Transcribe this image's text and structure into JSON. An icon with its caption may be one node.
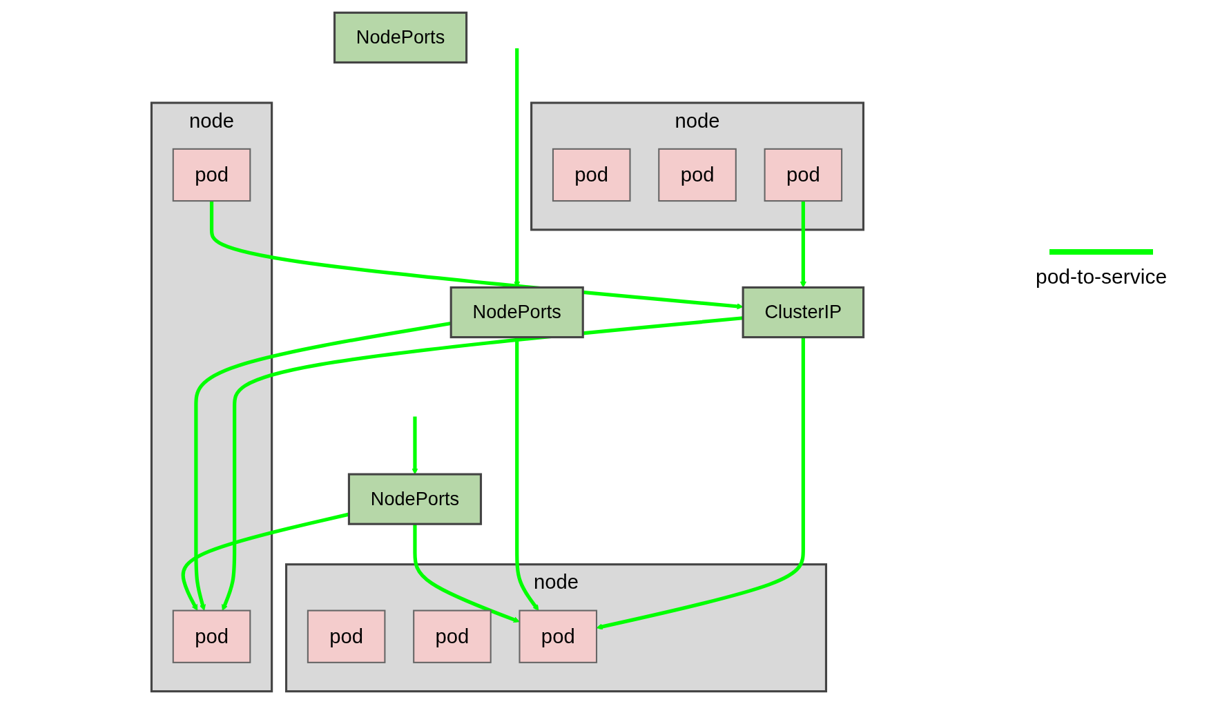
{
  "diagram": {
    "nodes": [
      {
        "text": [
          "node"
        ]
      },
      {
        "text": [
          "NodePorts"
        ]
      },
      {
        "text": [
          "pod"
        ],
        "in": 0
      },
      {
        "text": [
          "pod"
        ],
        "in": 0
      },
      {
        "text": [
          "pod"
        ],
        "in": 0
      },
      {
        "text": [
          "node"
        ]
      },
      {
        "text": [
          "NodePorts"
        ]
      },
      {
        "text": [
          "pod"
        ],
        "in": 5
      },
      {
        "text": [
          "pod"
        ],
        "in": 5
      },
      {
        "text": [
          "node"
        ]
      },
      {
        "text": [
          "NodePorts"
        ]
      },
      {
        "text": [
          "pod"
        ],
        "in": 9
      },
      {
        "text": [
          "pod"
        ],
        "in": 9
      },
      {
        "text": [
          "pod"
        ],
        "in": 9
      },
      {
        "text": [
          "ClusterIP"
        ]
      }
    ],
    "edges": [
      {
        "from": null,
        "to": 6,
        "arrow": "to"
      },
      {
        "from": 6,
        "to": 4,
        "arrow": "to"
      },
      {
        "from": 6,
        "to": 7,
        "arrow": "to"
      },
      {
        "from": null,
        "to": 10,
        "arrow": "to"
      },
      {
        "from": 10,
        "to": 4,
        "arrow": "to"
      },
      {
        "from": 10,
        "to": 7,
        "arrow": "to"
      },
      {
        "from": 14,
        "to": 4,
        "arrow": "to"
      },
      {
        "from": 14,
        "to": 7,
        "arrow": "to"
      },
      {
        "from": 8,
        "to": 14,
        "arrow": "to"
      },
      {
        "from": 13,
        "to": 14,
        "arrow": "to"
      }
    ],
    "legend": [
      {
        "text": "pod-to-service"
      }
    ]
  }
}
